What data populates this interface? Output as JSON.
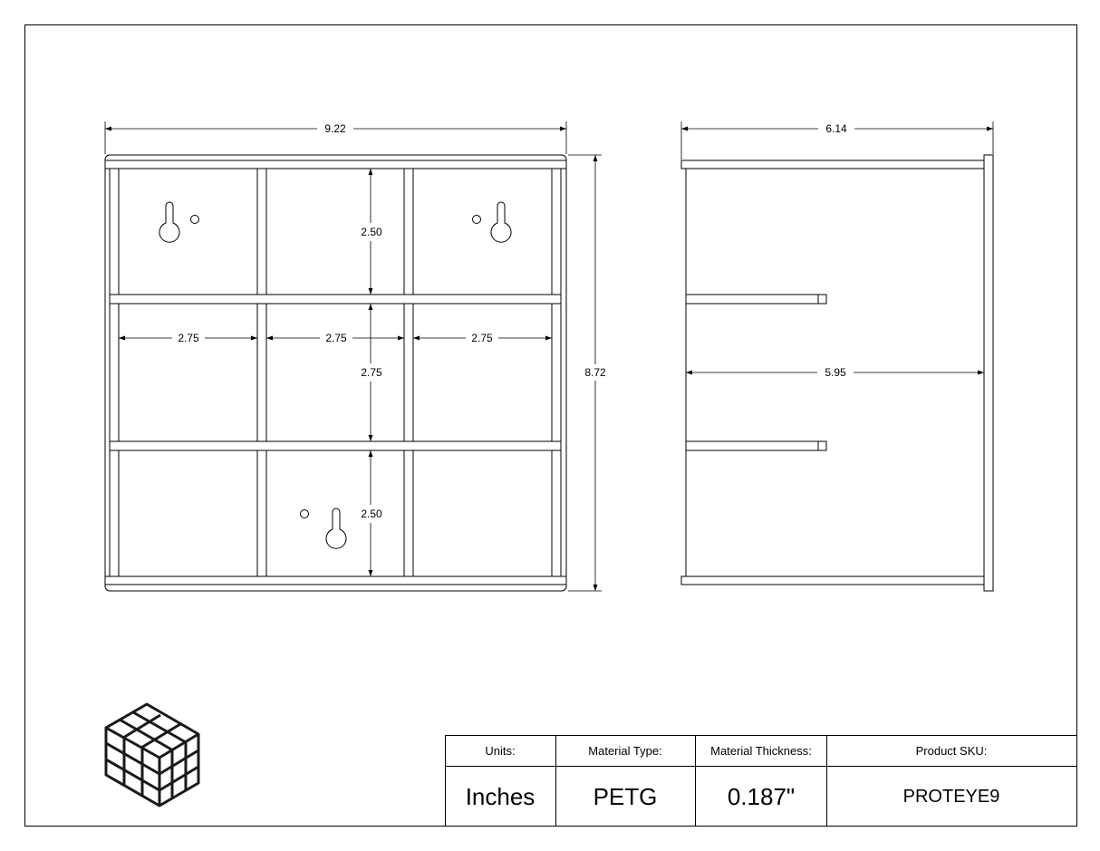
{
  "drawing": {
    "front_view": {
      "overall_width": "9.22",
      "overall_height": "8.72",
      "cell_widths": [
        "2.75",
        "2.75",
        "2.75"
      ],
      "row_heights": [
        "2.50",
        "2.75",
        "2.50"
      ]
    },
    "side_view": {
      "overall_depth": "6.14",
      "shelf_depth": "5.95"
    }
  },
  "title_block": {
    "units_label": "Units:",
    "units_value": "Inches",
    "material_type_label": "Material Type:",
    "material_type_value": "PETG",
    "material_thickness_label": "Material Thickness:",
    "material_thickness_value": "0.187\"",
    "product_sku_label": "Product SKU:",
    "product_sku_value": "PROTEYE9"
  },
  "logo": {
    "icon": "cube-grid-logo-icon"
  }
}
